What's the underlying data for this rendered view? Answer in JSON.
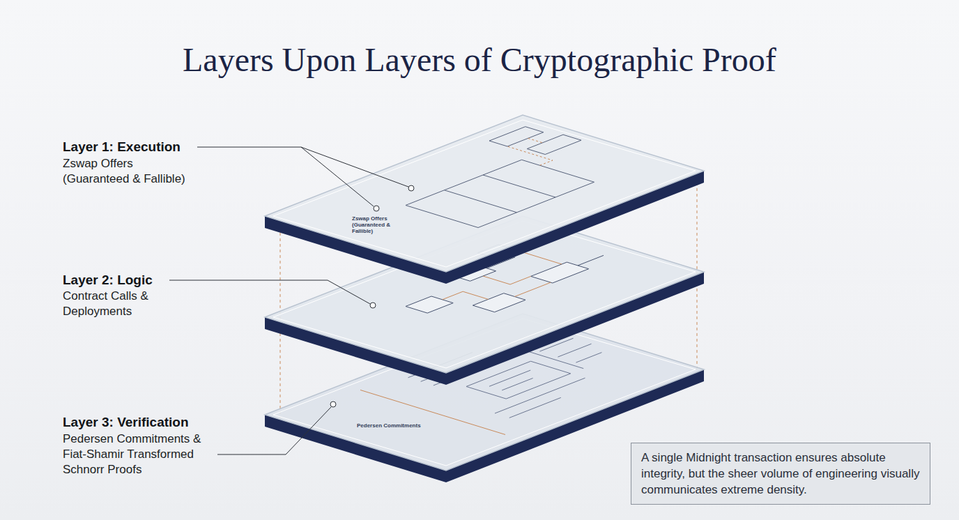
{
  "diagram": {
    "title": "Layers Upon Layers of Cryptographic Proof",
    "nodes": [
      {
        "text": [
          "A single Midnight transaction ensures absolute integrity, but the sheer volume of engineering visually communicates extreme density."
        ]
      }
    ],
    "labels": [
      "Layer 1: Execution",
      "Zswap Offers (Guaranteed & Fallible)",
      "Layer 2: Logic",
      "Contract Calls & Deployments",
      "Layer 3: Verification",
      "Pedersen Commitments & Fiat-Shamir Transformed Schnorr Proofs",
      "Zswap Offers (Guaranteed & Fallible)",
      "Pedersen Commitments"
    ]
  }
}
